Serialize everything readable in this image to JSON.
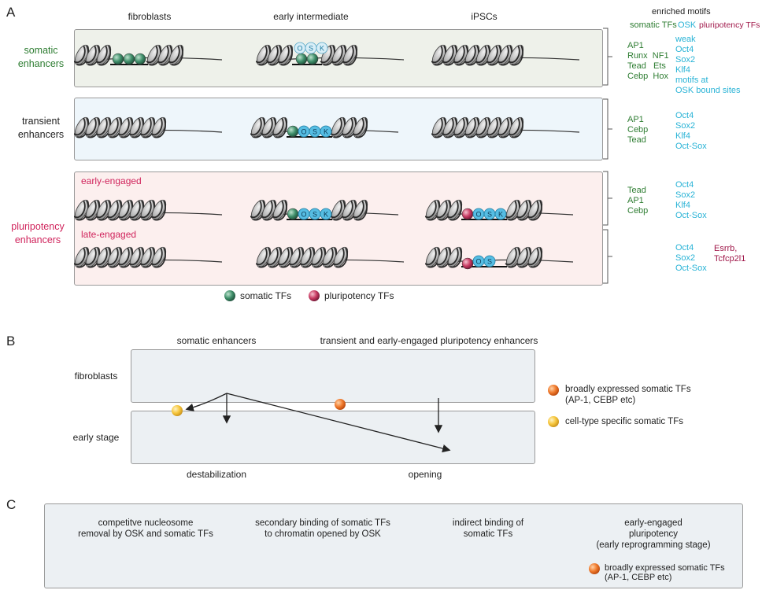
{
  "panelA": {
    "letter": "A",
    "columns": [
      "fibroblasts",
      "early intermediate",
      "iPSCs"
    ],
    "rows": {
      "somatic": "somatic\nenhancers",
      "transient": "transient\nenhancers",
      "pluri": "pluripotency\nenhancers"
    },
    "sublabels": {
      "early": "early-engaged",
      "late": "late-engaged"
    },
    "motif_header": {
      "title": "enriched motifs",
      "somatic_tfs": "somatic TFs",
      "osk": "OSK",
      "pluri_tfs": "pluripotency TFs"
    },
    "motifs": {
      "somatic_green": "AP1\nRunx  NF1\nTead   Ets\nCebp  Hox",
      "somatic_cyan": "weak\nOct4\nSox2\nKlf4\nmotifs at\nOSK bound sites",
      "transient_green": "AP1\nCebp\nTead",
      "transient_cyan": "Oct4\nSox2\nKlf4\nOct-Sox",
      "early_green": "Tead\nAP1\nCebp",
      "early_cyan": "Oct4\nSox2\nKlf4\nOct-Sox",
      "late_cyan": "Oct4\nSox2\nOct-Sox",
      "late_wine": "Esrrb,\nTcfcp2l1"
    },
    "legend": {
      "somatic": "somatic TFs",
      "pluri": "pluripotency TFs"
    }
  },
  "panelB": {
    "letter": "B",
    "col1": "somatic enhancers",
    "col2": "transient and early-engaged pluripotency enhancers",
    "row1": "fibroblasts",
    "row2": "early stage",
    "cap1": "destabilization",
    "cap2": "opening",
    "legend_orange": "broadly expressed somatic TFs\n(AP-1, CEBP etc)",
    "legend_yellow": "cell-type specific somatic TFs"
  },
  "panelC": {
    "letter": "C",
    "cap1": "competitve nucleosome\nremoval by OSK and somatic TFs",
    "cap2": "secondary binding of somatic TFs\nto chromatin opened by OSK",
    "cap3": "indirect binding of\nsomatic TFs",
    "cap4": "early-engaged\npluripotency\n(early reprogramming stage)",
    "legend_orange": "broadly expressed somatic TFs\n(AP-1, CEBP etc)"
  },
  "osk_letters": [
    "O",
    "S",
    "K"
  ],
  "os_letters": [
    "O",
    "S"
  ],
  "colors": {
    "somatic_bg": "#eef1ea",
    "transient_bg": "#eef6fb",
    "pluri_bg": "#fcefee",
    "panelB_bg": "#ecf0f3",
    "green_tf": "#2f7a5a",
    "pluri_tf": "#c5305a",
    "osk": "#4ab8e0",
    "orange": "#f07a2c",
    "yellow": "#f5c53a"
  }
}
